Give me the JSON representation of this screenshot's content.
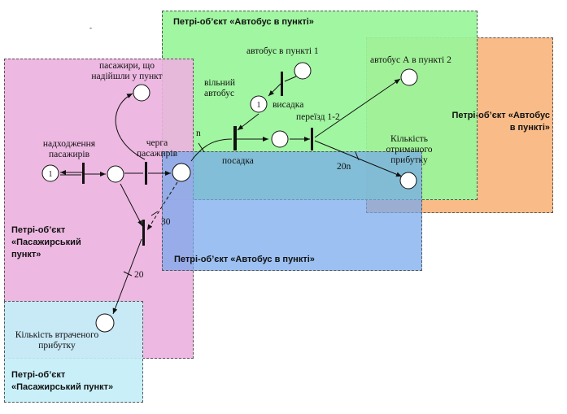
{
  "stray_mark": "-",
  "regions": {
    "bus_green": {
      "title": "Петрі-об’єкт «Автобус в пункті»",
      "fill": "#99f599"
    },
    "bus_orange": {
      "title": "Петрі-об’єкт «Автобус\nв пункті»",
      "fill": "#f9bb88"
    },
    "bus_blue": {
      "title": "Петрі-об’єкт «Автобус в пункті»",
      "fill": "#7fb0ea"
    },
    "station_pink": {
      "title": "Петрі-об’єкт\n«Пасажирський\nпункт»",
      "fill": "#eeb7e1"
    },
    "station_cyan": {
      "title": "Петрі-об’єкт\n«Пасажирський пункт»",
      "fill": "#c3eef8"
    }
  },
  "labels": {
    "bus_at_1": "автобус в пункті 1",
    "bus_a_at_2": "автобус А в пункті 2",
    "free_bus": "вільний\nавтобус",
    "passengers_arrived": "пасажири, що\nнадійшли у пункт",
    "passenger_arrival": "надходження\nпасажирів",
    "passenger_queue": "черга\nпасажирів",
    "unloading": "висадка",
    "boarding": "посадка",
    "transfer": "переїзд 1-2",
    "profit_received": "Кількість\nотриманого\nприбутку",
    "profit_lost": "Кількість втраченого\nприбутку"
  },
  "arc_weights": {
    "n": "n",
    "twenty_n": "20n",
    "thirty": "30",
    "twenty": "20"
  },
  "tokens": {
    "arrival_place": "1",
    "free_bus_place": "1"
  },
  "colors": {
    "arc": "#111111",
    "place_fill": "#ffffff"
  }
}
